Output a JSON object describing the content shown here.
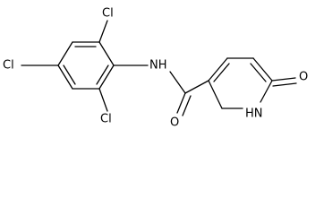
{
  "atoms": {
    "cl_top": "Cl",
    "cl_left": "Cl",
    "cl_bottom": "Cl",
    "nh_amide": "NH",
    "o_carbonyl": "O",
    "nh_ring": "HN",
    "o_ketone": "O"
  }
}
